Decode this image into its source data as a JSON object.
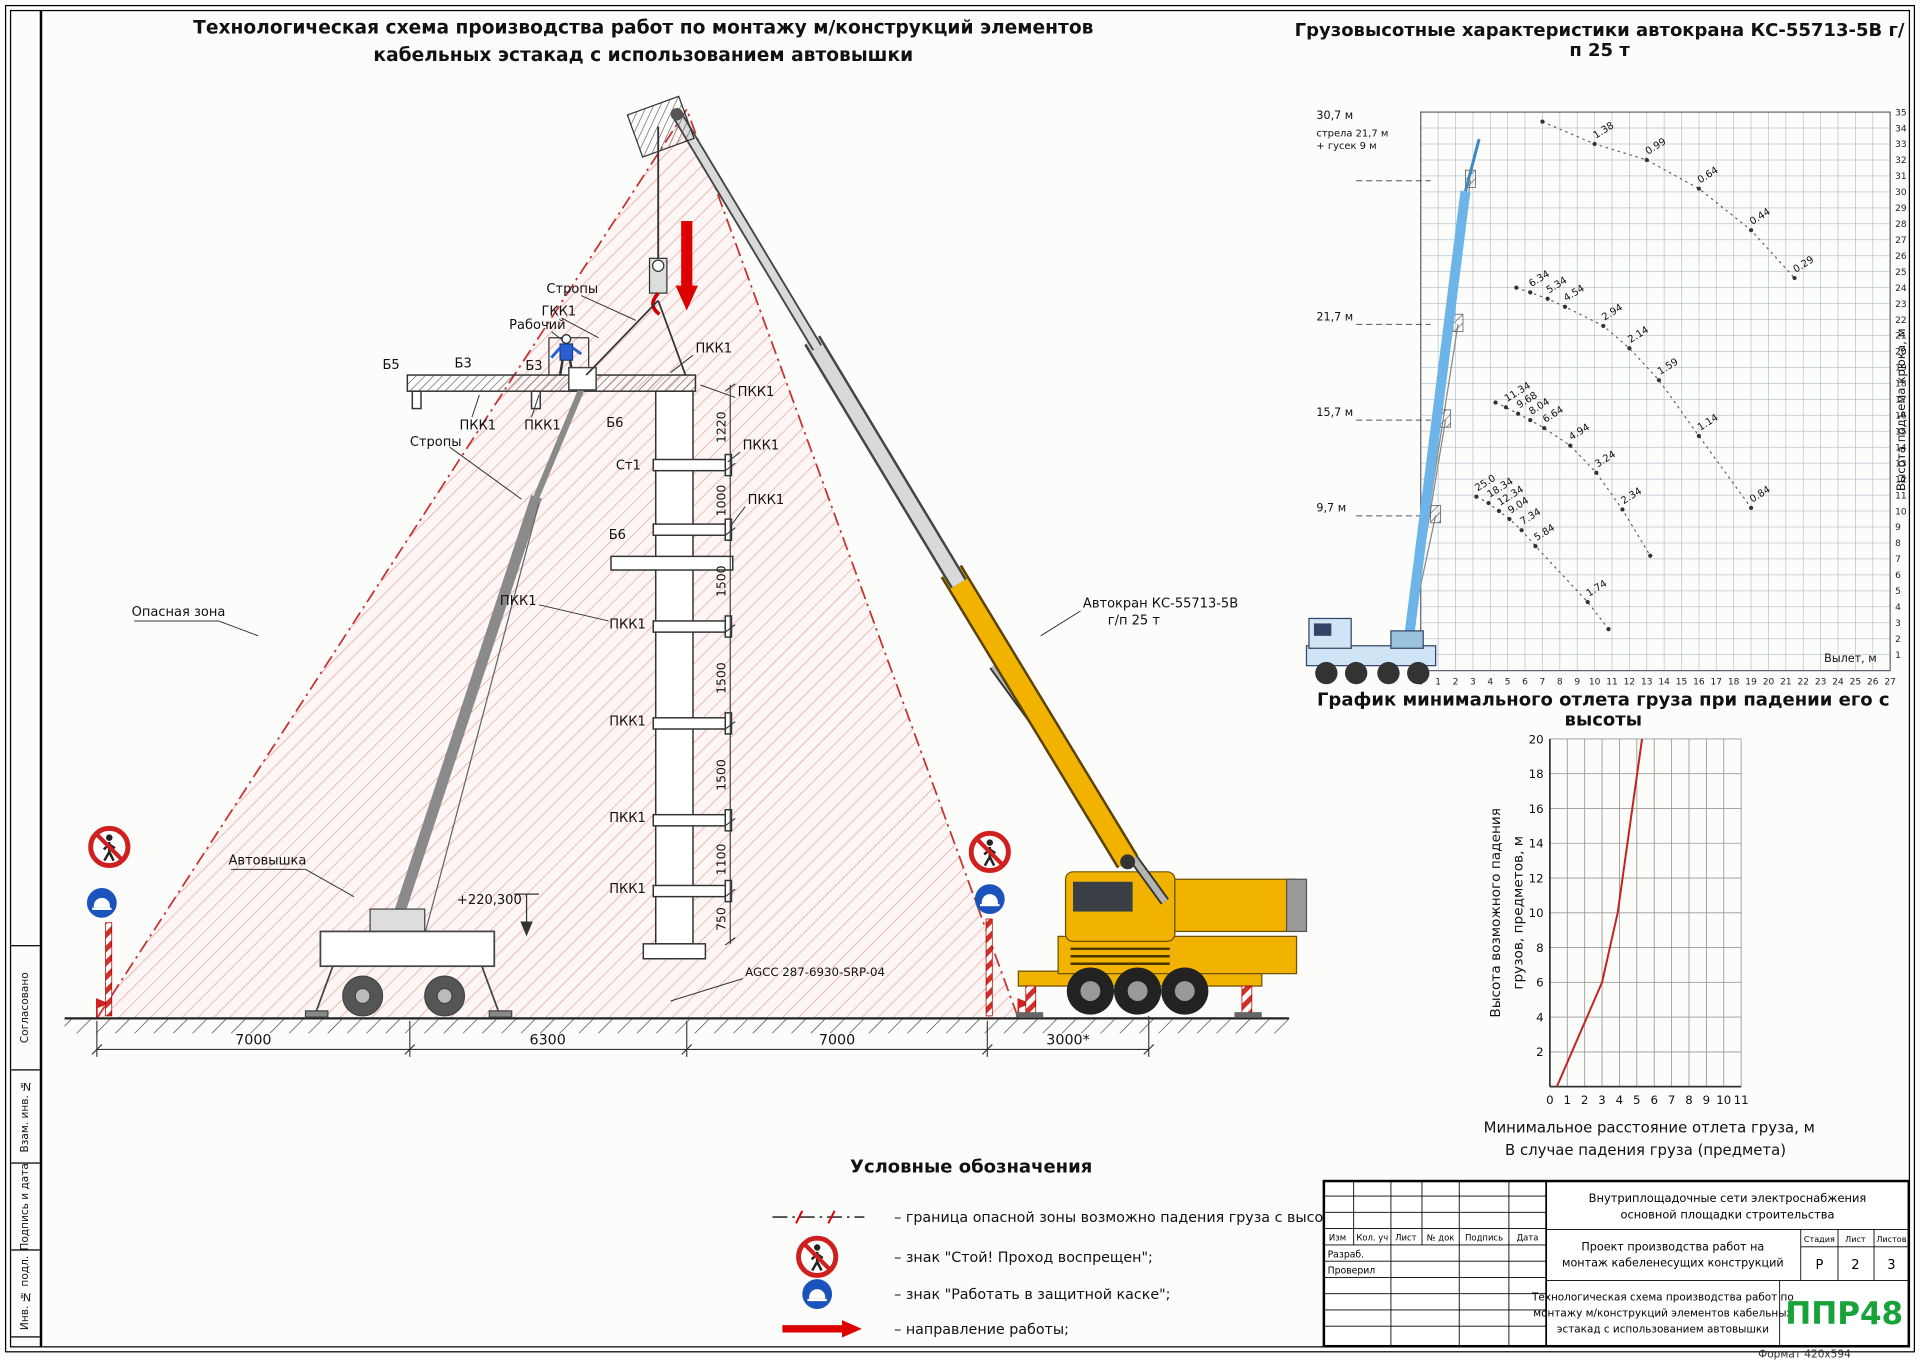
{
  "sheet": {
    "main_title_line1": "Технологическая схема производства работ по монтажу м/конструкций элементов",
    "main_title_line2": "кабельных эстакад с использованием автовышки",
    "load_chart_title": "Грузовысотные характеристики автокрана КС-55713-5В г/п 25 т",
    "fall_chart_title": "График минимального отлета груза при падении его с высоты",
    "format_note": "Формат 420х594"
  },
  "drawing": {
    "labels": {
      "danger_zone": "Опасная зона",
      "aerial_platform": "Автовышка",
      "worker": "Рабочий",
      "slings": "Стропы",
      "pkk": "ПКК1",
      "gkk": "ГКК1",
      "b5": "Б5",
      "b3": "Б3",
      "b6": "Б6",
      "st1": "Ст1",
      "crane_line1": "Автокран КС-55713-5В",
      "crane_line2": "г/п 25 т",
      "elevation": "+220,300",
      "doc_code": "AGCC 287-6930-SRP-04"
    },
    "dims_bottom": [
      "7000",
      "6300",
      "7000",
      "3000*"
    ],
    "dims_right": [
      "1220",
      "1000",
      "1500",
      "1500",
      "1500",
      "1100",
      "750"
    ]
  },
  "chart_data": [
    {
      "type": "line",
      "title": "Грузовысотные характеристики автокрана КС-55713-5В г/п 25 т",
      "xlabel": "Вылет, м",
      "ylabel": "Высота подъема крюка, м",
      "xlim": [
        0,
        27
      ],
      "ylim": [
        0,
        35
      ],
      "grid": true,
      "note_line1": "стрела 21,7 м",
      "note_line2": "+ гусек 9 м",
      "boom_marks": [
        {
          "label": "30,7 м",
          "height": 30.7
        },
        {
          "label": "21,7 м",
          "height": 21.7
        },
        {
          "label": "15,7 м",
          "height": 15.7
        },
        {
          "label": "9,7 м",
          "height": 9.7
        }
      ],
      "series": [
        {
          "name": "стрела 21,7 м + гусек 9 м",
          "points": [
            [
              7,
              34.4,
              ""
            ],
            [
              10,
              33,
              "1.38"
            ],
            [
              13,
              32,
              "0.99"
            ],
            [
              16,
              30.2,
              "0.64"
            ],
            [
              19,
              27.6,
              "0.44"
            ],
            [
              21.5,
              24.6,
              "0.29"
            ]
          ]
        },
        {
          "name": "стрела 21,7 м",
          "points": [
            [
              5.5,
              24,
              ""
            ],
            [
              6.3,
              23.7,
              "6.34"
            ],
            [
              7.3,
              23.3,
              "5.34"
            ],
            [
              8.3,
              22.8,
              "4.54"
            ],
            [
              10.5,
              21.6,
              "2.94"
            ],
            [
              12,
              20.2,
              "2.14"
            ],
            [
              13.7,
              18.2,
              "1.59"
            ],
            [
              16,
              14.7,
              "1.14"
            ],
            [
              19,
              10.2,
              "0.84"
            ]
          ]
        },
        {
          "name": "стрела 15,7 м",
          "points": [
            [
              4.3,
              16.8,
              ""
            ],
            [
              4.9,
              16.5,
              "11.34"
            ],
            [
              5.6,
              16.1,
              "9.68"
            ],
            [
              6.3,
              15.7,
              "8.04"
            ],
            [
              7.1,
              15.2,
              "6.64"
            ],
            [
              8.6,
              14.1,
              "4.94"
            ],
            [
              10.1,
              12.4,
              "3.24"
            ],
            [
              11.6,
              10.1,
              "2.34"
            ],
            [
              13.2,
              7.2,
              ""
            ]
          ]
        },
        {
          "name": "стрела 9,7 м",
          "points": [
            [
              3.2,
              10.9,
              "25.0"
            ],
            [
              3.9,
              10.5,
              "18.34"
            ],
            [
              4.5,
              10.0,
              "12.34"
            ],
            [
              5.1,
              9.5,
              "9.04"
            ],
            [
              5.8,
              8.8,
              "7.34"
            ],
            [
              6.6,
              7.8,
              "5.84"
            ],
            [
              9.6,
              4.3,
              "1.74"
            ],
            [
              10.8,
              2.6,
              ""
            ]
          ]
        }
      ]
    },
    {
      "type": "line",
      "title": "График минимального отлета груза при падении его с высоты",
      "xlabel": "Минимальное расстояние отлета груза, м",
      "xlabel2": "В случае падения груза (предмета)",
      "ylabel_line1": "Высота возможного падения",
      "ylabel_line2": "грузов, предметов, м",
      "xlim": [
        0,
        11
      ],
      "ylim": [
        0,
        20
      ],
      "x_ticks": [
        0,
        1,
        2,
        3,
        4,
        5,
        6,
        7,
        8,
        9,
        10,
        11
      ],
      "y_ticks": [
        2,
        4,
        6,
        8,
        10,
        12,
        14,
        16,
        18,
        20
      ],
      "line_color": "#c22222",
      "x": [
        0.4,
        3,
        3.9,
        5.3
      ],
      "y": [
        0,
        6,
        10,
        20
      ]
    }
  ],
  "legend": {
    "title": "Условные обозначения",
    "items": [
      {
        "symbol": "danger-boundary",
        "text": "– граница опасной зоны возможно падения груза с высоты"
      },
      {
        "symbol": "no-entry-sign",
        "text": "– знак \"Стой! Проход воспрещен\";"
      },
      {
        "symbol": "helmet-sign",
        "text": "– знак \"Работать в защитной каске\";"
      },
      {
        "symbol": "direction-arrow",
        "text": "– направление работы;"
      }
    ]
  },
  "title_block": {
    "header_cells": [
      "Изм",
      "Кол. уч",
      "Лист",
      "№ док",
      "Подпись",
      "Дата"
    ],
    "row1_label": "Разраб.",
    "row2_label": "Проверил",
    "project_name_line1": "Внутриплощадочные сети электроснабжения",
    "project_name_line2": "основной площадки строительства",
    "object_name_line1": "Проект производства работ на",
    "object_name_line2": "монтаж кабеленесущих конструкций",
    "doc_name_line1": "Технологическая схема производства работ по",
    "doc_name_line2": "монтажу м/конструкций элементов кабельных",
    "doc_name_line3": "эстакад с использованием автовышки",
    "stage_header": "Стадия",
    "sheet_header": "Лист",
    "sheets_header": "Листов",
    "stage_value": "Р",
    "sheet_value": "2",
    "sheets_value": "3",
    "logo": "ППР48",
    "logo_color": "#17a33a"
  },
  "side_strip": {
    "labels": [
      "Согласовано",
      "Взам. инв. №",
      "Подпись и дата",
      "Инв. № подл."
    ]
  }
}
